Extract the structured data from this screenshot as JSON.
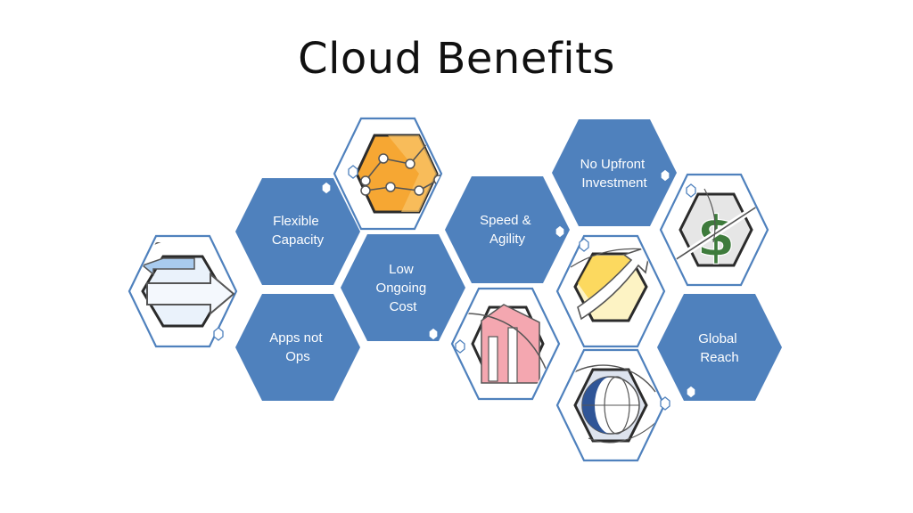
{
  "title": "Cloud Benefits",
  "colors": {
    "filled_hex": "#4f81bd",
    "outline": "#4f81bd",
    "text_on_filled": "#ffffff",
    "title": "#111111",
    "orange": "#f6a733",
    "yellow": "#fcd34d",
    "pink": "#f4a7b0",
    "light_blue": "#a9cbee",
    "green": "#3e7b3c"
  },
  "text_hexes": [
    {
      "id": "flexible-capacity",
      "lines": [
        "Flexible",
        "Capacity"
      ]
    },
    {
      "id": "apps-not-ops",
      "lines": [
        "Apps not",
        "Ops"
      ]
    },
    {
      "id": "low-ongoing-cost",
      "lines": [
        "Low",
        "Ongoing",
        "Cost"
      ]
    },
    {
      "id": "speed-agility",
      "lines": [
        "Speed &",
        "Agility"
      ]
    },
    {
      "id": "no-upfront-investment",
      "lines": [
        "No Upfront",
        "Investment"
      ]
    },
    {
      "id": "global-reach",
      "lines": [
        "Global",
        "Reach"
      ]
    }
  ],
  "icon_hexes": [
    {
      "id": "transfer",
      "icon": "transfer-arrows-icon"
    },
    {
      "id": "chart",
      "icon": "line-chart-icon"
    },
    {
      "id": "building",
      "icon": "building-icon"
    },
    {
      "id": "growth",
      "icon": "growth-arrow-icon"
    },
    {
      "id": "dollar",
      "icon": "crossed-dollar-icon"
    },
    {
      "id": "globe",
      "icon": "globe-icon"
    }
  ]
}
